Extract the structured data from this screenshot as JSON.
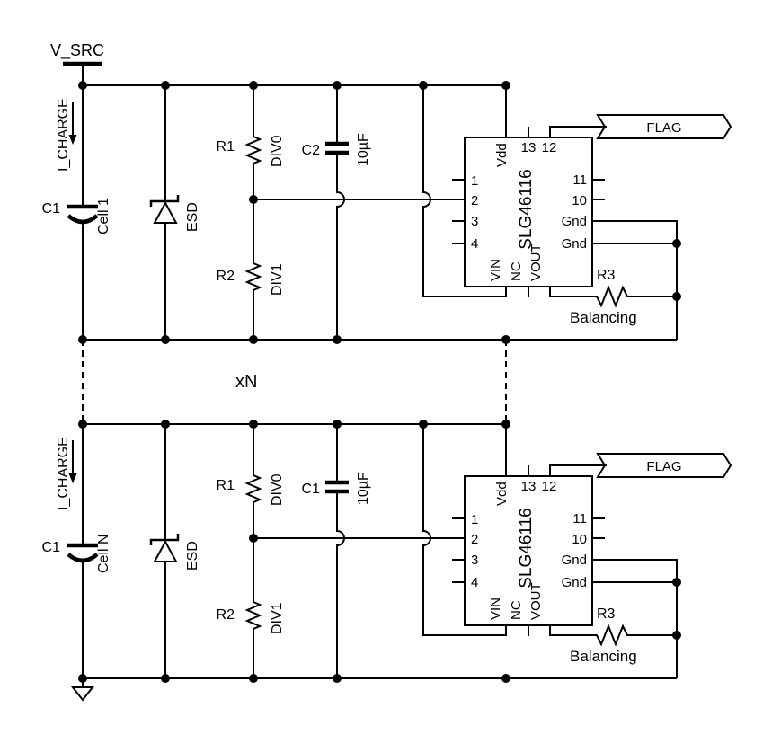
{
  "page": {
    "background": "#ffffff",
    "ink": "#000000"
  },
  "schematic": {
    "supply_label": "V_SRC",
    "repeat_label": "xN",
    "blocks": [
      {
        "current_label": "I_CHARGE",
        "cell_ref": "C1",
        "cell_name": "Cell 1",
        "esd_label": "ESD",
        "r1_ref": "R1",
        "r1_net": "DIV0",
        "r2_ref": "R2",
        "r2_net": "DIV1",
        "cap_ref": "C2",
        "cap_value": "10µF",
        "ic": {
          "part": "SLG46116",
          "pin_vdd": "Vdd",
          "pin_13": "13",
          "pin_12": "12",
          "pins_left": [
            "1",
            "2",
            "3",
            "4"
          ],
          "pins_right": [
            "11",
            "10",
            "Gnd",
            "Gnd"
          ],
          "pin_vin": "VIN",
          "pin_nc": "NC",
          "pin_vout": "VOUT"
        },
        "flag_label": "FLAG",
        "r3_ref": "R3",
        "r3_caption": "Balancing"
      },
      {
        "current_label": "I_CHARGE",
        "cell_ref": "C1",
        "cell_name": "Cell N",
        "esd_label": "ESD",
        "r1_ref": "R1",
        "r1_net": "DIV0",
        "r2_ref": "R2",
        "r2_net": "DIV1",
        "cap_ref": "C1",
        "cap_value": "10µF",
        "ic": {
          "part": "SLG46116",
          "pin_vdd": "Vdd",
          "pin_13": "13",
          "pin_12": "12",
          "pins_left": [
            "1",
            "2",
            "3",
            "4"
          ],
          "pins_right": [
            "11",
            "10",
            "Gnd",
            "Gnd"
          ],
          "pin_vin": "VIN",
          "pin_nc": "NC",
          "pin_vout": "VOUT"
        },
        "flag_label": "FLAG",
        "r3_ref": "R3",
        "r3_caption": "Balancing"
      }
    ]
  }
}
